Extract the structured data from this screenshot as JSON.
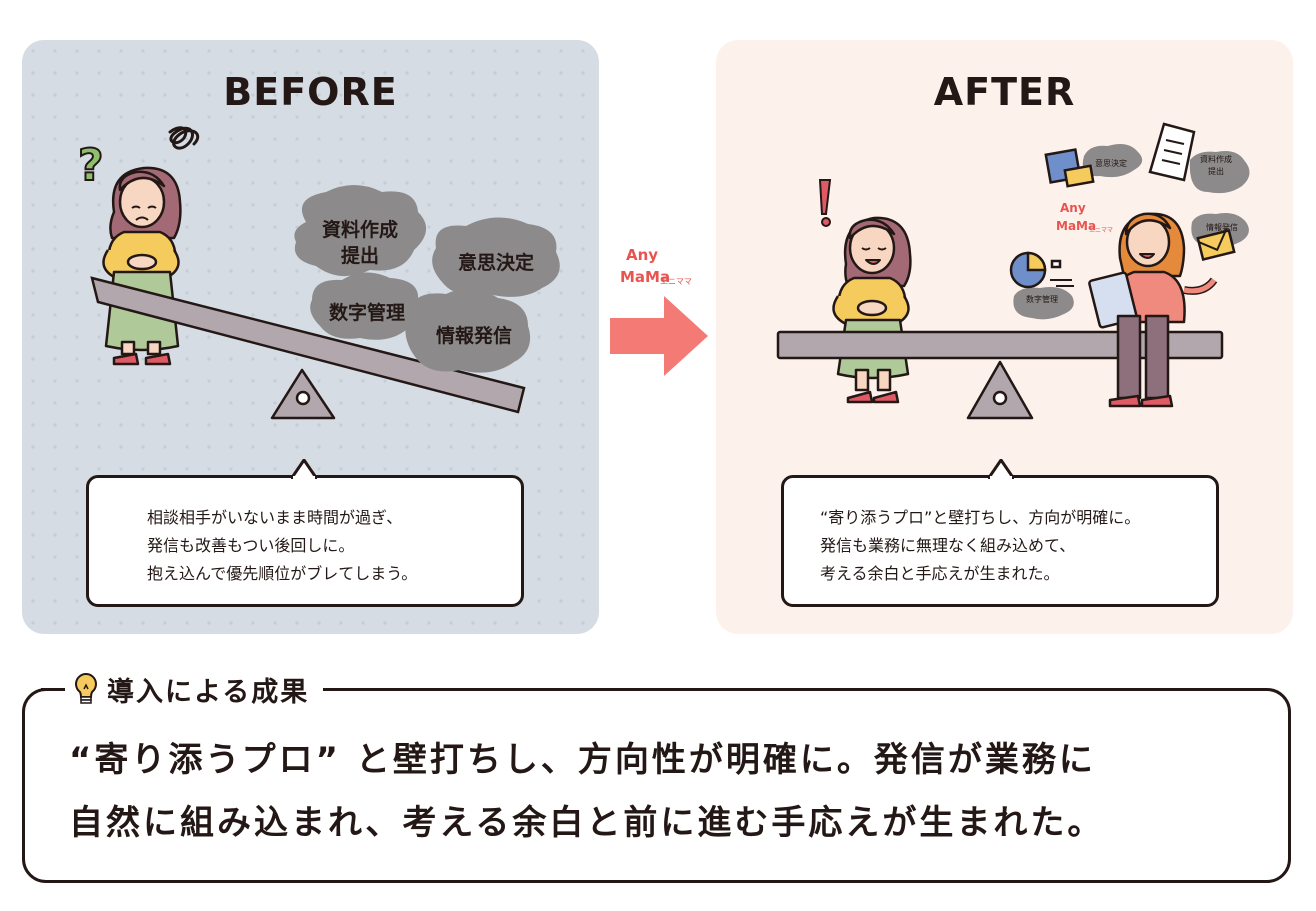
{
  "before": {
    "title": "BEFORE",
    "tasks": [
      "資料作成",
      "提出",
      "意思決定",
      "数字管理",
      "情報発信"
    ],
    "lines": [
      "相談相手がいないまま時間が過ぎ、",
      "発信も改善もつい後回しに。",
      "抱え込んで優先順位がブレてしまう。"
    ]
  },
  "after": {
    "title": "AFTER",
    "icon_labels": [
      "意思決定",
      "資料作成",
      "提出",
      "情報発信",
      "数字管理"
    ],
    "lines": [
      "“寄り添うプロ”と壁打ちし、方向が明確に。",
      "発信も業務に無理なく組み込めて、",
      "考える余白と手応えが生まれた。"
    ]
  },
  "logo": {
    "line1": "Any",
    "line2": "MaMa",
    "kana": "エニママ"
  },
  "result": {
    "title": "導入による成果",
    "lines": [
      "“寄り添うプロ” と壁打ちし、方向性が明確に。発信が業務に",
      "自然に組み込まれ、考える余白と前に進む手応えが生まれた。"
    ]
  },
  "colors": {
    "before_bg": "#d5dce3",
    "after_bg": "#fdf1eb",
    "arrow": "#f47a76",
    "logo": "#e8544f",
    "seesaw": "#b1a7ad",
    "cloud": "#8c8a8b"
  }
}
